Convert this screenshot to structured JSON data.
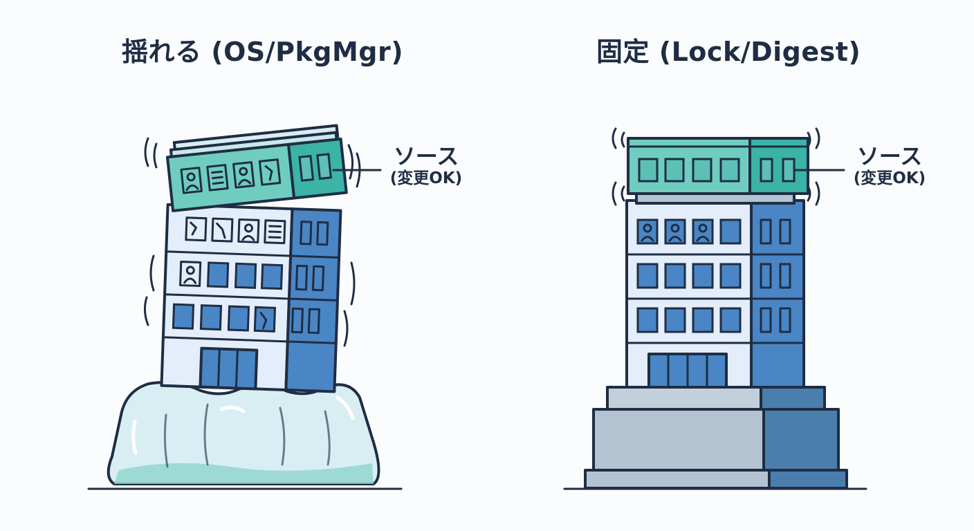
{
  "left_panel": {
    "title": "揺れる (OS/PkgMgr)",
    "callout": {
      "main": "ソース",
      "sub": "(変更OK)"
    }
  },
  "right_panel": {
    "title": "固定 (Lock/Digest)",
    "callout": {
      "main": "ソース",
      "sub": "(変更OK)"
    }
  },
  "colors": {
    "outline": "#1f2d44",
    "building_front": "#e3eefa",
    "building_side": "#4a86c5",
    "window": "#4a86c5",
    "top_block": "#6fcdc0",
    "jelly": "#d9eef3",
    "pedestal": "#b3c3d2",
    "pedestal_side": "#4a7fad"
  }
}
